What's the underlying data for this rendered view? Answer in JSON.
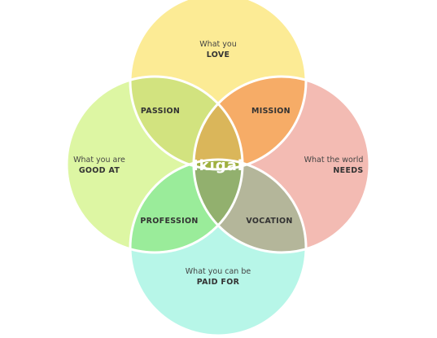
{
  "center": {
    "label": "Ikigai"
  },
  "circles": {
    "love": {
      "line1": "What you",
      "line2": "LOVE",
      "color": "#FCEB95"
    },
    "needs": {
      "line1": "What the world",
      "line2": "NEEDS",
      "color": "#F3BBB3"
    },
    "paid": {
      "line1": "What you can be",
      "line2": "PAID FOR",
      "color": "#B7F6E8"
    },
    "good": {
      "line1": "What you are",
      "line2": "GOOD AT",
      "color": "#DDF6A3"
    }
  },
  "overlaps": {
    "passion": {
      "label": "PASSION",
      "color": "#D2E37F"
    },
    "mission": {
      "label": "MISSION",
      "color": "#F6AC67"
    },
    "profession": {
      "label": "PROFESSION",
      "color": "#9AEC9A"
    },
    "vocation": {
      "label": "VOCATION",
      "color": "#B4B69A"
    },
    "love_good_profession": {
      "color": "#9BE45E"
    },
    "love_needs_mission": {
      "color": "#DAB65A"
    },
    "needs_paid_vocation": {
      "color": "#B1AF62"
    },
    "good_paid_profession": {
      "color": "#92B06E"
    },
    "ikigai": {
      "color": "#9FB040"
    }
  }
}
